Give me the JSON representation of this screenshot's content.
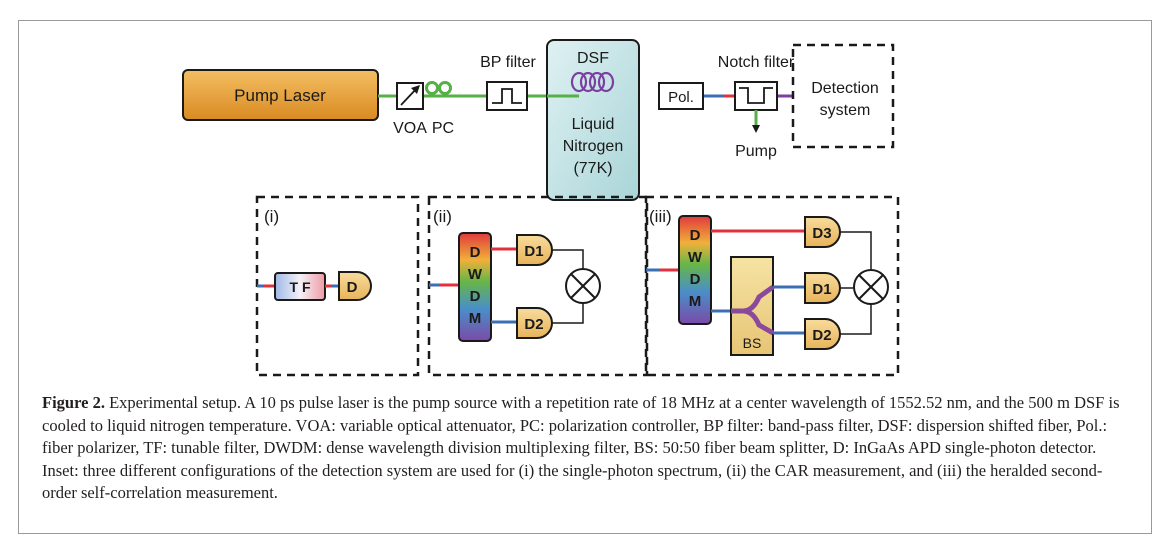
{
  "diagram": {
    "pump_laser": "Pump Laser",
    "voa": "VOA",
    "pc": "PC",
    "bp_filter": "BP filter",
    "dsf": "DSF",
    "nitrogen_line1": "Liquid",
    "nitrogen_line2": "Nitrogen",
    "nitrogen_line3": "(77K)",
    "pol": "Pol.",
    "notch_filter": "Notch filter",
    "pump_out": "Pump",
    "detection_line1": "Detection",
    "detection_line2": "system",
    "inset_i": {
      "label": "(i)",
      "tf": "T F",
      "detector": "D"
    },
    "inset_ii": {
      "label": "(ii)",
      "dwdm_letters": [
        "D",
        "W",
        "D",
        "M"
      ],
      "detector_1": "D1",
      "detector_2": "D2"
    },
    "inset_iii": {
      "label": "(iii)",
      "dwdm_letters": [
        "D",
        "W",
        "D",
        "M"
      ],
      "detector_3": "D3",
      "detector_1": "D1",
      "detector_2": "D2",
      "bs": "BS"
    },
    "colors": {
      "pump_laser_fill": "#e8a23c",
      "fiber_green": "#55b046",
      "fiber_red": "#e0323c",
      "fiber_blue": "#3a6fb5",
      "detector_fill": "#f2c878",
      "bs_fill": "#f0d68c",
      "bs_splitter": "#8a4a9c",
      "nitrogen_fill": "#cfe8ea",
      "coil_color": "#7b3fa0"
    }
  },
  "caption": {
    "label": "Figure 2.",
    "text": " Experimental setup. A 10 ps pulse laser is the pump source with a repetition rate of 18 MHz at a center wavelength of 1552.52 nm, and the 500 m DSF is cooled to liquid nitrogen temperature. VOA: variable optical attenuator, PC: polarization controller, BP filter: band-pass filter, DSF: dispersion shifted fiber, Pol.: fiber polarizer, TF: tunable filter, DWDM: dense wavelength division multiplexing filter, BS: 50:50 fiber beam splitter, D: InGaAs APD single-photon detector. Inset: three different configurations of the detection system are used for (i) the single-photon spectrum, (ii) the CAR measurement, and (iii) the heralded second-order self-correlation measurement."
  }
}
